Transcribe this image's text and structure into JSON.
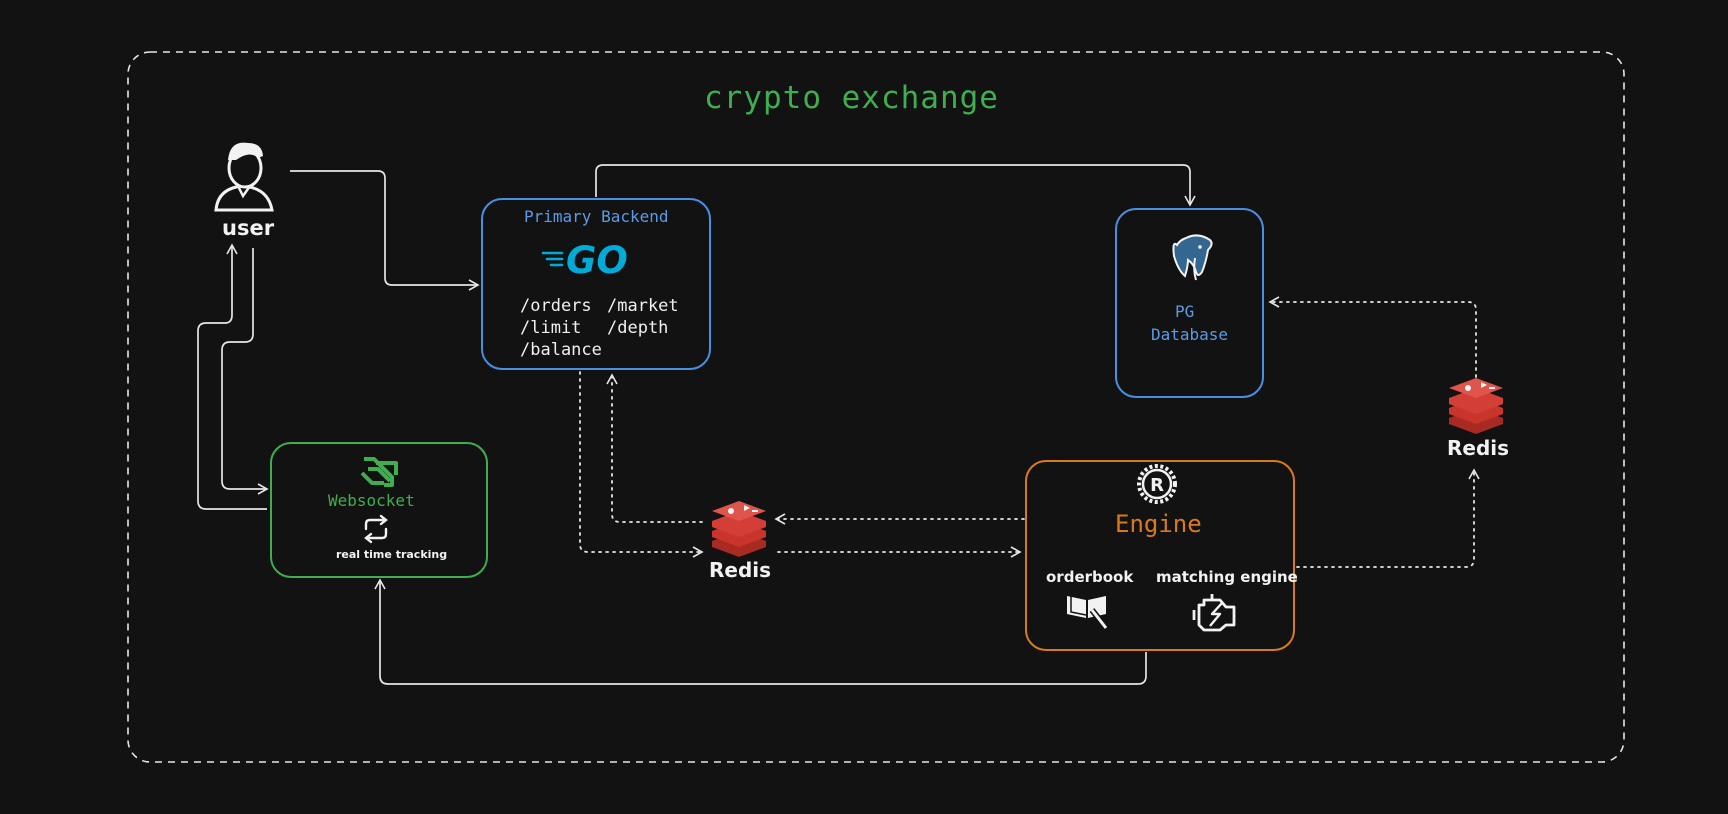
{
  "diagram": {
    "title": "crypto exchange",
    "user": {
      "label": "user"
    },
    "backend": {
      "title": "Primary Backend",
      "logo_text": "GO",
      "routes": [
        "/orders",
        "/market",
        "/limit",
        "/depth",
        "/balance"
      ]
    },
    "database": {
      "line1": "PG",
      "line2": "Database"
    },
    "websocket": {
      "title": "Websocket",
      "caption": "real time tracking"
    },
    "redis_center": {
      "label": "Redis"
    },
    "redis_right": {
      "label": "Redis"
    },
    "engine": {
      "title": "Engine",
      "orderbook_label": "orderbook",
      "matching_label": "matching engine",
      "logo_letter": "R"
    }
  },
  "colors": {
    "background": "#121212",
    "title": "#3fae4f",
    "backend_border": "#4a90e2",
    "database_border": "#4a90e2",
    "websocket_border": "#3fae4f",
    "engine_border": "#d97a1c",
    "redis": "#d33f36",
    "go_logo": "#00acd7",
    "postgres": "#336791",
    "arrows": "#e6e6e6"
  },
  "icons": {
    "user": "user-avatar-icon",
    "backend": "go-logo-icon",
    "database": "postgresql-elephant-icon",
    "websocket": "websocket-icon",
    "sync": "repeat-icon",
    "redis": "redis-stack-icon",
    "engine": "rust-gear-icon",
    "orderbook": "book-pen-icon",
    "matching": "engine-bolt-icon"
  }
}
